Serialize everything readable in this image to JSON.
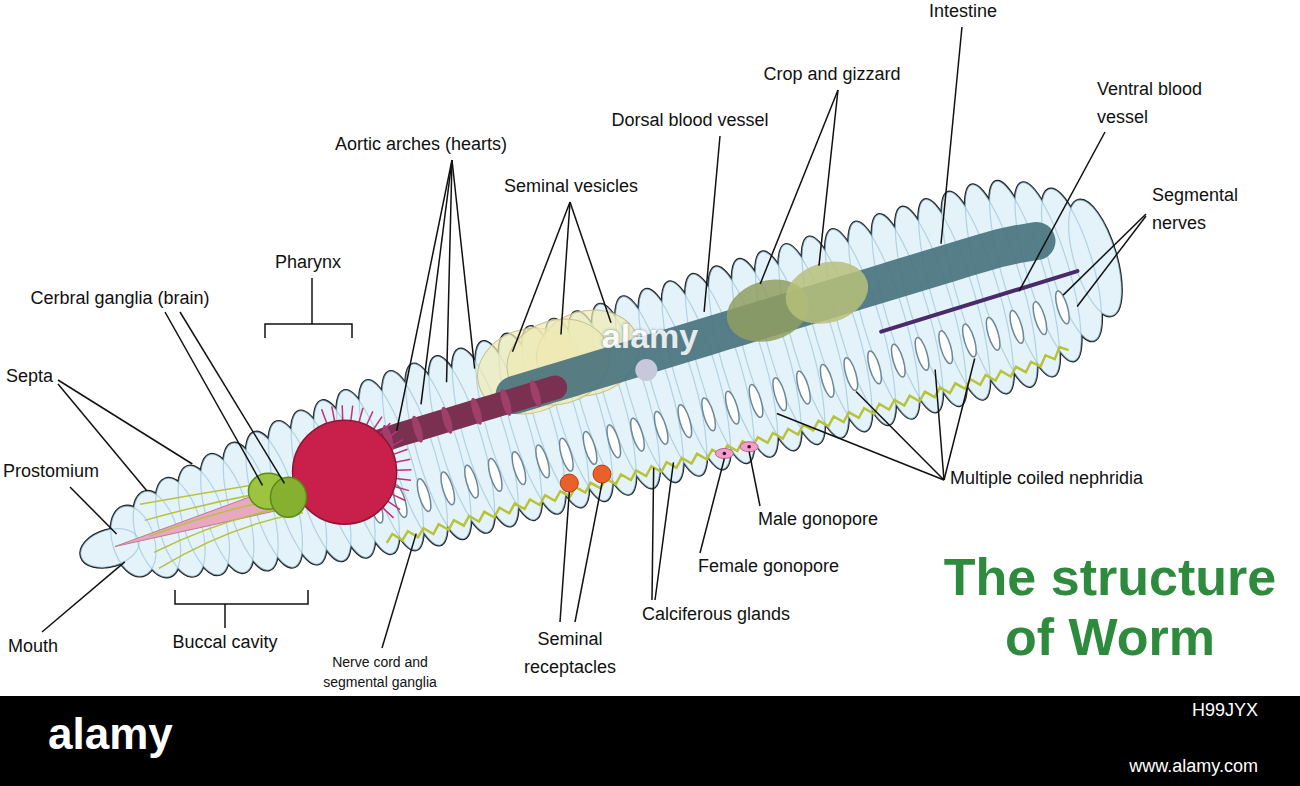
{
  "diagram": {
    "title": "The structure of Worm",
    "labels": [
      "Intestine",
      "Crop and gizzard",
      "Ventral blood vessel",
      "Aortic arches (hearts)",
      "Dorsal blood vessel",
      "Seminal vesicles",
      "Segmental nerves",
      "Pharynx",
      "Cerbral ganglia (brain)",
      "Septa",
      "Prostomium",
      "Multiple coiled nephridia",
      "Male gonopore",
      "Female gonopore",
      "Calciferous glands",
      "Mouth",
      "Buccal cavity",
      "Seminal receptacles",
      "Nerve cord and segmental ganglia",
      "alamy",
      "alamy",
      "H99JYX",
      "www.alamy.com"
    ]
  }
}
